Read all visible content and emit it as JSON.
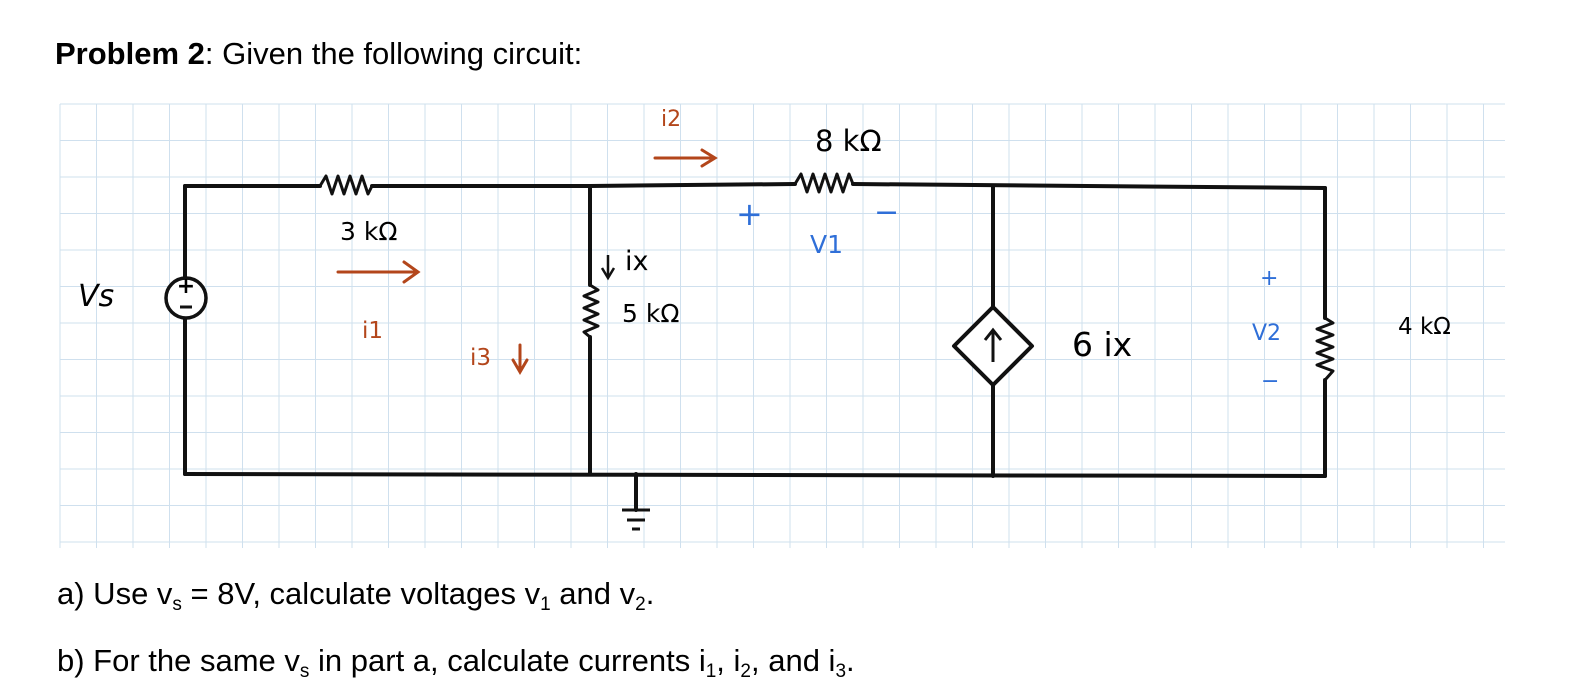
{
  "title": {
    "prefix": "Problem 2",
    "text": ": Given the following circuit:"
  },
  "circuit": {
    "source_label": "Vs",
    "source_sign": "+",
    "r1": "3 kΩ",
    "r2": "5 kΩ",
    "r3": "8 kΩ",
    "r4": "4 kΩ",
    "i1": "i1",
    "i2": "i2",
    "i3": "i3",
    "ix": "ix",
    "dep_source": "6 ix",
    "v1": "V1",
    "v2": "V2",
    "plus": "+",
    "minus": "−",
    "colors": {
      "wire": "#111111",
      "current": "#b3461b",
      "voltage": "#2f6fd8",
      "grid": "#cfe0ee"
    }
  },
  "questions": {
    "a": {
      "text1": "a) Use v",
      "sub1": "s",
      "text2": " = 8V, calculate voltages v",
      "sub2": "1",
      "text3": " and v",
      "sub3": "2",
      "text4": "."
    },
    "b": {
      "text1": "b) For the same v",
      "sub1": "s",
      "text2": " in part a, calculate currents i",
      "sub2": "1",
      "text3": ", i",
      "sub3": "2",
      "text4": ", and i",
      "sub4": "3",
      "text5": "."
    }
  }
}
